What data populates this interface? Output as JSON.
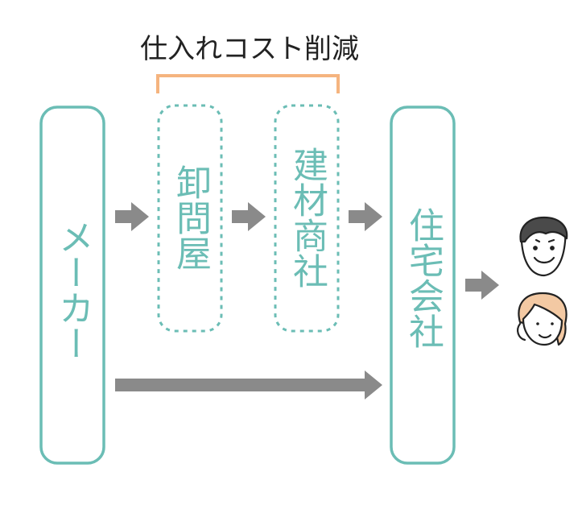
{
  "title": "仕入れコスト削減",
  "boxes": {
    "maker": "メーカー",
    "wholesaler": "卸問屋",
    "building_material_trader": "建材商社",
    "housing_company": "住宅会社"
  },
  "people": [
    "man-face-icon",
    "woman-face-icon"
  ],
  "colors": {
    "teal": "#6bbdb5",
    "arrow": "#8a8a8a",
    "bracket": "#f5b47f",
    "skin": "#f8d7bd",
    "hair": "#f3c9a3",
    "ink": "#222222"
  }
}
